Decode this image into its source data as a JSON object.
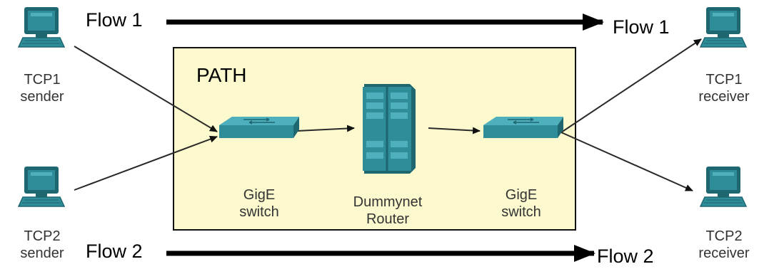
{
  "colors": {
    "path_fill": "#fbf9cd",
    "path_border": "#111111",
    "device_teal": "#2f8c99",
    "device_dark": "#1e6670",
    "device_light": "#4fb0bd",
    "arrow": "#000000",
    "link": "#2a2a2a",
    "label_text": "#333333"
  },
  "path": {
    "title": "PATH"
  },
  "flows": [
    {
      "start_label": "Flow 1",
      "end_label": "Flow 1"
    },
    {
      "start_label": "Flow 2",
      "end_label": "Flow 2"
    }
  ],
  "hosts": {
    "tcp1_sender": {
      "line1": "TCP1",
      "line2": "sender",
      "icon": "computer-icon"
    },
    "tcp2_sender": {
      "line1": "TCP2",
      "line2": "sender",
      "icon": "computer-icon"
    },
    "tcp1_receiver": {
      "line1": "TCP1",
      "line2": "receiver",
      "icon": "computer-icon"
    },
    "tcp2_receiver": {
      "line1": "TCP2",
      "line2": "receiver",
      "icon": "computer-icon"
    }
  },
  "devices": {
    "left_switch": {
      "line1": "GigE",
      "line2": "switch",
      "icon": "switch-icon"
    },
    "router": {
      "line1": "Dummynet",
      "line2": "Router",
      "icon": "router-rack-icon"
    },
    "right_switch": {
      "line1": "GigE",
      "line2": "switch",
      "icon": "switch-icon"
    }
  }
}
